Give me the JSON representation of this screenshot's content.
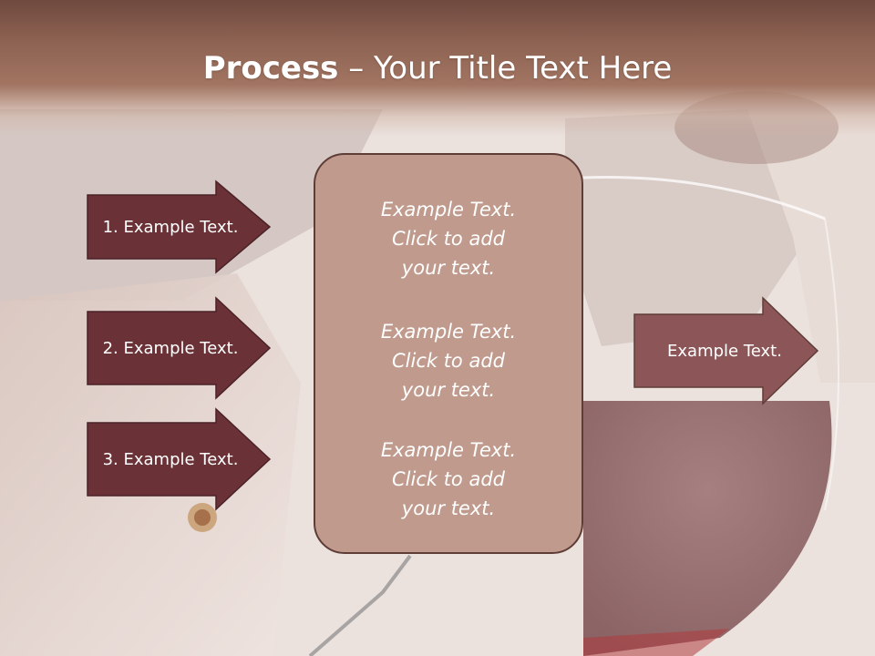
{
  "title": {
    "bold": "Process",
    "rest": " – Your Title Text Here"
  },
  "left_steps": [
    {
      "label": "1. Example Text."
    },
    {
      "label": "2. Example Text."
    },
    {
      "label": "3. Example Text."
    }
  ],
  "center_box": {
    "paragraphs": [
      "Example Text.\nClick  to add\nyour text.",
      "Example Text.\nClick  to add\nyour text.",
      "Example Text.\nClick  to add\nyour text."
    ]
  },
  "output": {
    "label": "Example Text."
  },
  "colors": {
    "header": "#8d6252",
    "left_arrow_fill": "#6a3237",
    "center_box_fill": "#c09a8c",
    "output_arrow_fill": "#8c5658",
    "border": "#5e3d36"
  }
}
